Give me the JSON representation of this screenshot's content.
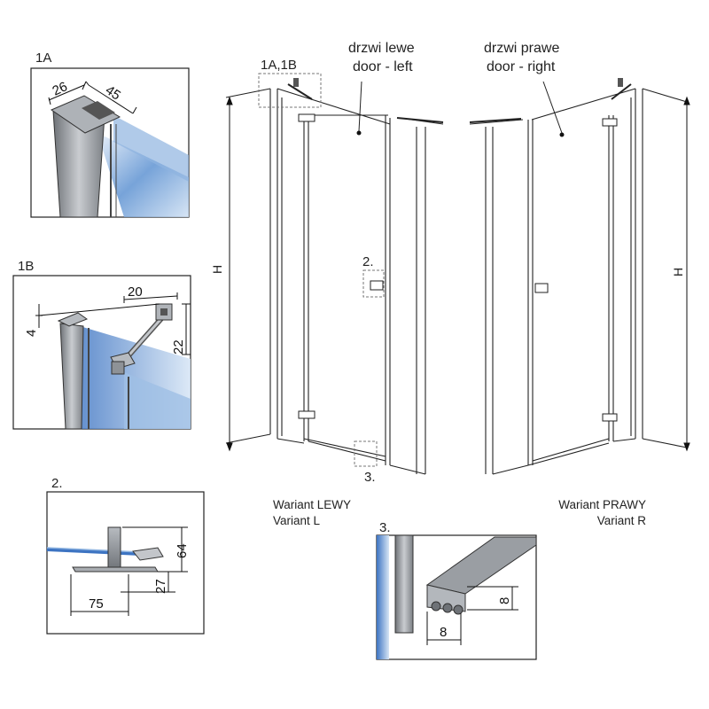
{
  "labels": {
    "door_left_pl": "drzwi lewe",
    "door_left_en": "door - left",
    "door_right_pl": "drzwi prawe",
    "door_right_en": "door - right",
    "callout_top": "1A,1B",
    "callout_handle": "2.",
    "callout_bottom": "3.",
    "height_left": "H",
    "height_right": "H",
    "variant_left_pl": "Wariant LEWY",
    "variant_left_en": "Variant L",
    "variant_right_pl": "Wariant PRAWY",
    "variant_right_en": "Variant R"
  },
  "details": {
    "d1a": {
      "title": "1A",
      "dim_a": "26",
      "dim_b": "45"
    },
    "d1b": {
      "title": "1B",
      "dim_a": "20",
      "dim_b": "4",
      "dim_c": "22"
    },
    "d2": {
      "title": "2.",
      "dim_a": "64",
      "dim_b": "27",
      "dim_c": "75"
    },
    "d3": {
      "title": "3.",
      "dim_a": "8",
      "dim_b": "8"
    }
  },
  "colors": {
    "glass_blue": "#6f9fd6",
    "metal_gray": "#9a9ea3",
    "line": "#222222"
  }
}
